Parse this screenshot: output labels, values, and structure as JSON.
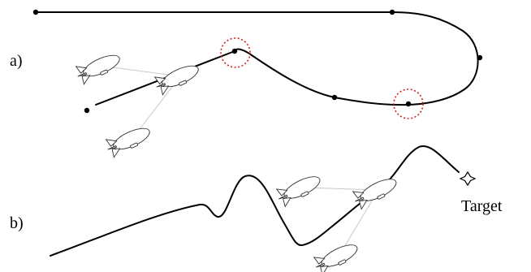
{
  "panels": {
    "a": {
      "label": "a)"
    },
    "b": {
      "label": "b)",
      "target_label": "Target"
    }
  },
  "colors": {
    "path": "#000000",
    "formation_links": "#c8c8c8",
    "highlight_circle": "#d42020"
  },
  "icons": [
    "blimp-icon",
    "target-star-icon",
    "waypoint-dot-icon"
  ]
}
